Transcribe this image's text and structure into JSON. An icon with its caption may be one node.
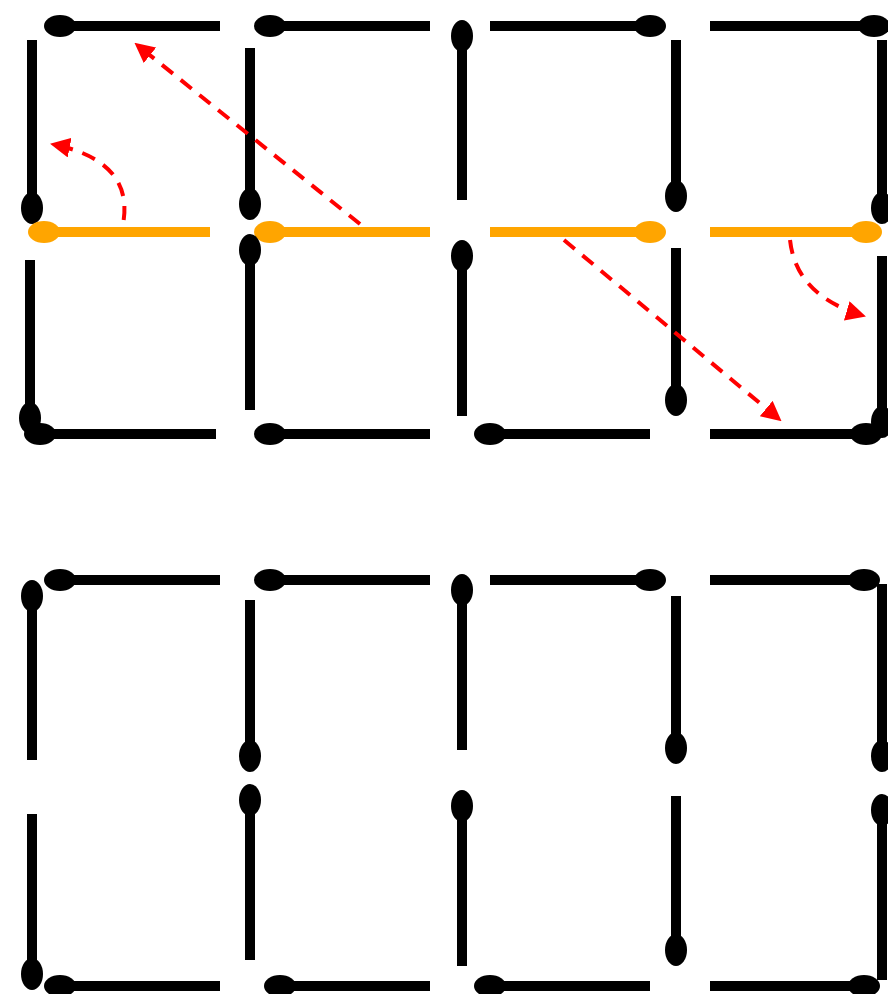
{
  "diagram": {
    "nodes": [
      {
        "text": [],
        "shape": "bar"
      },
      {
        "text": [],
        "shape": "bar"
      },
      {
        "text": [],
        "shape": "bar"
      },
      {
        "text": [],
        "shape": "bar"
      },
      {
        "text": [],
        "shape": "bar"
      },
      {
        "text": [],
        "shape": "bar"
      },
      {
        "text": [],
        "shape": "bar"
      },
      {
        "text": [],
        "shape": "bar"
      },
      {
        "text": [],
        "shape": "bar"
      },
      {
        "text": [],
        "shape": "bar"
      },
      {
        "text": [],
        "shape": "bar"
      },
      {
        "text": [],
        "shape": "bar"
      },
      {
        "text": [],
        "shape": "bar"
      },
      {
        "text": [],
        "shape": "bar"
      },
      {
        "text": [],
        "shape": "bar"
      },
      {
        "text": [],
        "shape": "bar"
      },
      {
        "text": [],
        "shape": "bar"
      },
      {
        "text": [],
        "shape": "bar"
      },
      {
        "text": [],
        "shape": "bar"
      },
      {
        "text": [],
        "shape": "bar"
      },
      {
        "text": [],
        "shape": "bar"
      },
      {
        "text": [],
        "shape": "bar"
      },
      {
        "text": [],
        "shape": "bar"
      },
      {
        "text": [],
        "shape": "bar"
      },
      {
        "text": [],
        "shape": "bar"
      },
      {
        "text": [],
        "shape": "bar"
      },
      {
        "text": [],
        "shape": "bar"
      },
      {
        "text": [],
        "shape": "bar"
      },
      {
        "text": [],
        "shape": "bar"
      },
      {
        "text": [],
        "shape": "bar"
      },
      {
        "text": [],
        "shape": "bar"
      },
      {
        "text": [],
        "shape": "bar"
      },
      {
        "text": [],
        "shape": "bar"
      },
      {
        "text": [],
        "shape": "bar"
      },
      {
        "text": [],
        "shape": "bar"
      },
      {
        "text": [],
        "shape": "bar"
      },
      {
        "text": [],
        "shape": "bar"
      },
      {
        "text": [],
        "shape": "bar"
      },
      {
        "text": [],
        "shape": "bar"
      },
      {
        "text": [],
        "shape": "bar"
      }
    ],
    "edges": [
      {
        "from": 10,
        "to": 0,
        "arrow": "to",
        "style": "dashed",
        "color": "#ff0000"
      },
      {
        "from": 9,
        "to": 4,
        "arrow": "to",
        "style": "dashed",
        "color": "#ff0000"
      },
      {
        "from": 11,
        "to": 21,
        "arrow": "to",
        "style": "dashed",
        "color": "#ff0000"
      },
      {
        "from": 12,
        "to": 17,
        "arrow": "to",
        "style": "dashed",
        "color": "#ff0000"
      }
    ]
  }
}
